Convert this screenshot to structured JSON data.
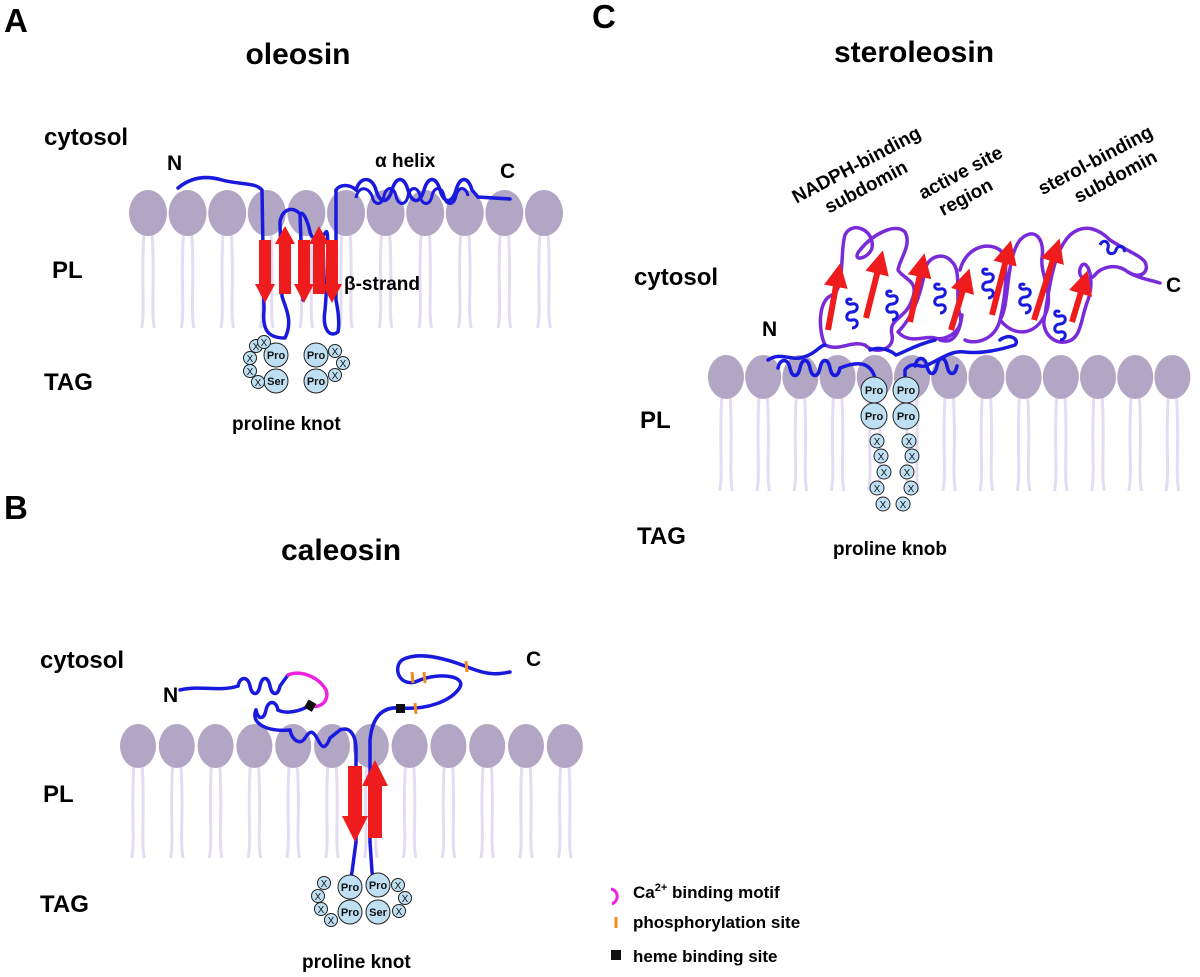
{
  "panels": {
    "A": {
      "letter": "A",
      "title": "oleosin",
      "regions": {
        "cytosol": "cytosol",
        "pl": "PL",
        "tag": "TAG"
      },
      "n_term": "N",
      "c_term": "C",
      "helix_label": "α helix",
      "strand_label": "β-strand",
      "knot": {
        "label": "proline knot",
        "pro": "Pro",
        "ser": "Ser",
        "x": "X"
      }
    },
    "B": {
      "letter": "B",
      "title": "caleosin",
      "regions": {
        "cytosol": "cytosol",
        "pl": "PL",
        "tag": "TAG"
      },
      "n_term": "N",
      "c_term": "C",
      "knot": {
        "label": "proline knot",
        "pro": "Pro",
        "ser": "Ser",
        "x": "X"
      }
    },
    "C": {
      "letter": "C",
      "title": "steroleosin",
      "regions": {
        "cytosol": "cytosol",
        "pl": "PL",
        "tag": "TAG"
      },
      "n_term": "N",
      "c_term": "C",
      "domains": {
        "nadph_1": "NADPH-binding",
        "nadph_2": "subdomin",
        "active_1": "active site",
        "active_2": "region",
        "sterol_1": "sterol-binding",
        "sterol_2": "subdomin"
      },
      "knob": {
        "label": "proline knob",
        "pro": "Pro",
        "x": "X"
      }
    }
  },
  "legend": {
    "ca_prefix": "Ca",
    "ca_sup": "2+",
    "ca_suffix": " binding motif",
    "phospho": "phosphorylation site",
    "heme": "heme binding site"
  },
  "colors": {
    "lipid_head": "#b1a6c4",
    "lipid_tail": "#e4dcf3",
    "backbone": "#1a1adf",
    "strand": "#ee1c1c",
    "steroleosin_loop": "#7a2bd9",
    "calcium_motif": "#ee22dd",
    "phospho_site": "#f08a1e",
    "heme_site": "#111111",
    "knot_bead": "#bfe0f3"
  }
}
